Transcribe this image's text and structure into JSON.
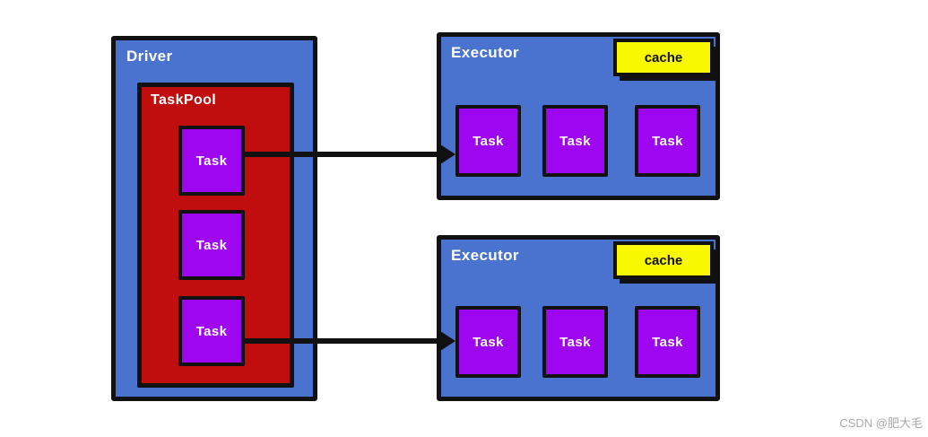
{
  "colors": {
    "container_blue": "#4a73d0",
    "pool_red": "#c00d0d",
    "task_purple": "#9e05f0",
    "cache_yellow": "#f8f800",
    "border_black": "#111111",
    "label_white": "#ffffff",
    "watermark_gray": "#a9a9a9"
  },
  "driver": {
    "label": "Driver",
    "taskpool": {
      "label": "TaskPool",
      "tasks": [
        {
          "label": "Task"
        },
        {
          "label": "Task"
        },
        {
          "label": "Task"
        }
      ]
    }
  },
  "executors": [
    {
      "label": "Executor",
      "cache": {
        "label": "cache"
      },
      "tasks": [
        {
          "label": "Task"
        },
        {
          "label": "Task"
        },
        {
          "label": "Task"
        }
      ]
    },
    {
      "label": "Executor",
      "cache": {
        "label": "cache"
      },
      "tasks": [
        {
          "label": "Task"
        },
        {
          "label": "Task"
        },
        {
          "label": "Task"
        }
      ]
    }
  ],
  "arrows": [
    {
      "from": "taskpool-task-1",
      "to": "executor-1-task-1"
    },
    {
      "from": "taskpool-task-3",
      "to": "executor-2-task-1"
    }
  ],
  "watermark": {
    "text": "CSDN @肥大毛"
  }
}
